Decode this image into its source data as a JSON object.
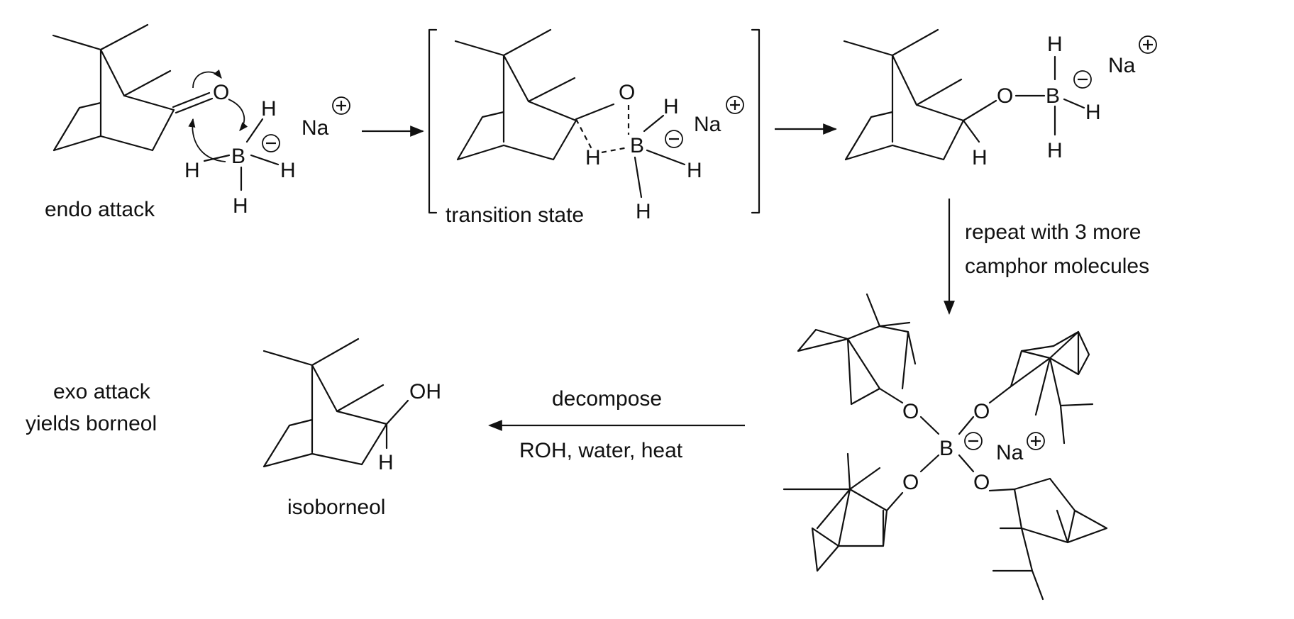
{
  "atoms": {
    "oxygen": "O",
    "boron": "B",
    "hydrogen": "H",
    "sodium": "Na",
    "hydroxyl": "OH"
  },
  "labels": {
    "endo_attack": "endo attack",
    "transition_state": "transition state",
    "repeat_line1": "repeat with 3 more",
    "repeat_line2": "camphor molecules",
    "decompose": "decompose",
    "conditions": "ROH, water, heat",
    "exo_line1": "exo attack",
    "exo_line2": "yields borneol",
    "isoborneol": "isoborneol"
  }
}
